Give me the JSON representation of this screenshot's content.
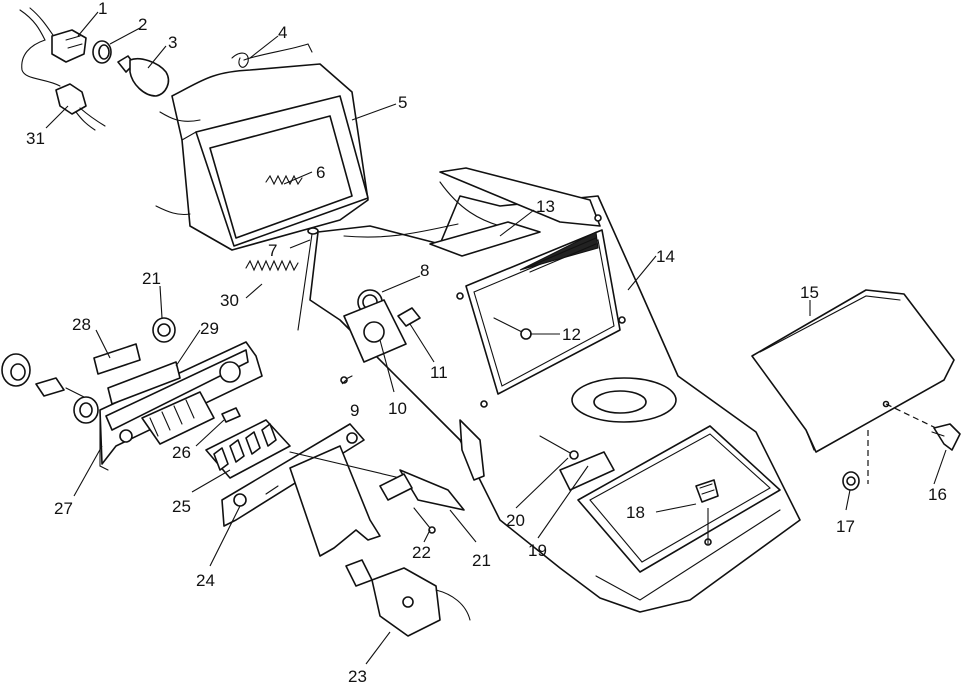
{
  "callouts": [
    {
      "id": "c1",
      "text": "1"
    },
    {
      "id": "c2",
      "text": "2"
    },
    {
      "id": "c3",
      "text": "3"
    },
    {
      "id": "c4",
      "text": "4"
    },
    {
      "id": "c5",
      "text": "5"
    },
    {
      "id": "c6",
      "text": "6"
    },
    {
      "id": "c7",
      "text": "7"
    },
    {
      "id": "c8",
      "text": "8"
    },
    {
      "id": "c9",
      "text": "9"
    },
    {
      "id": "c10",
      "text": "10"
    },
    {
      "id": "c11",
      "text": "11"
    },
    {
      "id": "c12",
      "text": "12"
    },
    {
      "id": "c13",
      "text": "13"
    },
    {
      "id": "c14",
      "text": "14"
    },
    {
      "id": "c15",
      "text": "15"
    },
    {
      "id": "c16",
      "text": "16"
    },
    {
      "id": "c17",
      "text": "17"
    },
    {
      "id": "c18",
      "text": "18"
    },
    {
      "id": "c19",
      "text": "19"
    },
    {
      "id": "c20",
      "text": "20"
    },
    {
      "id": "c21a",
      "text": "21"
    },
    {
      "id": "c21b",
      "text": "21"
    },
    {
      "id": "c22",
      "text": "22"
    },
    {
      "id": "c23",
      "text": "23"
    },
    {
      "id": "c24",
      "text": "24"
    },
    {
      "id": "c25",
      "text": "25"
    },
    {
      "id": "c26",
      "text": "26"
    },
    {
      "id": "c27",
      "text": "27"
    },
    {
      "id": "c28",
      "text": "28"
    },
    {
      "id": "c29",
      "text": "29"
    },
    {
      "id": "c30",
      "text": "30"
    },
    {
      "id": "c31",
      "text": "31"
    }
  ]
}
